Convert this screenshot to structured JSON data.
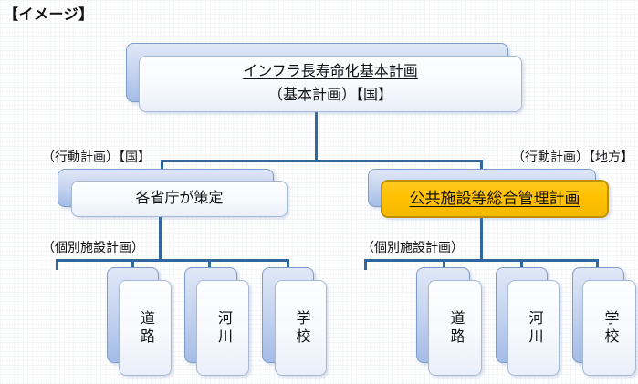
{
  "title": "【イメージ】",
  "colors": {
    "connector": "#31679b",
    "back_card_top": "#e0e8f7",
    "back_card_bottom": "#a4bce7",
    "card_border": "#7d9cc9",
    "front_card": "#f7f9fd",
    "highlight_fill": "#ffc000",
    "highlight_border": "#bf9000",
    "text": "#121212"
  },
  "diagram": {
    "root": {
      "title": "インフラ長寿命化基本計画",
      "subtitle": "（基本計画）【国】"
    },
    "national": {
      "label": "（行動計画）【国】",
      "box": "各省庁が策定",
      "children_label": "（個別施設計画）",
      "children": [
        "道路",
        "河川",
        "学校"
      ]
    },
    "local": {
      "label": "（行動計画）【地方】",
      "box": "公共施設等総合管理計画",
      "children_label": "（個別施設計画）",
      "children": [
        "道路",
        "河川",
        "学校"
      ]
    }
  }
}
